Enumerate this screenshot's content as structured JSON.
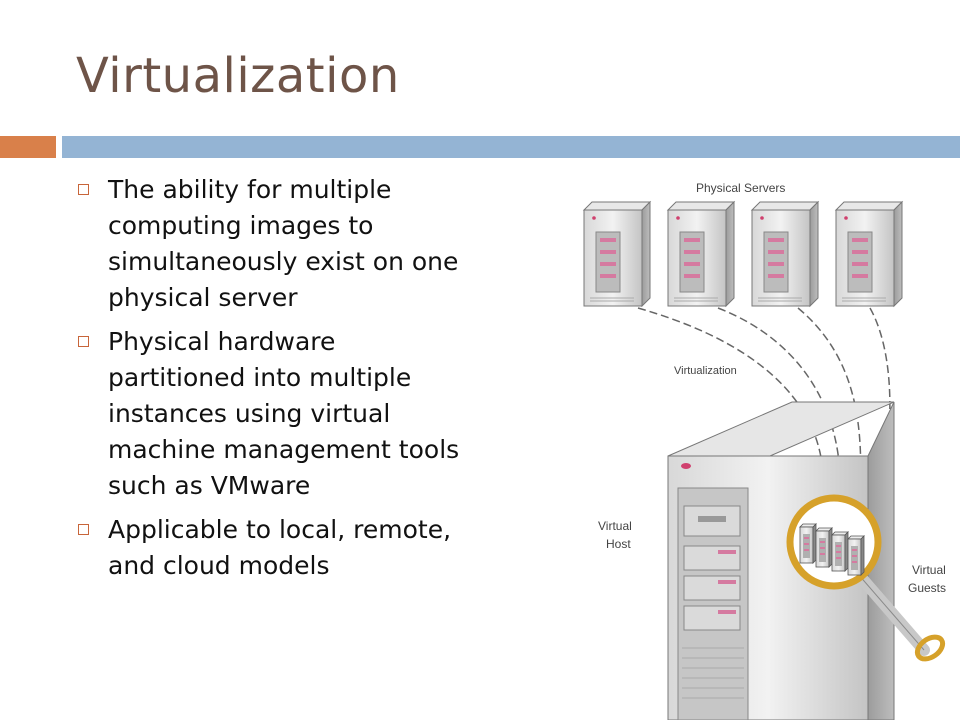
{
  "slide": {
    "title": "Virtualization",
    "accent_color": "#d9804a",
    "bar_color": "#94b4d4",
    "bullets": [
      "The ability for multiple computing images to simultaneously exist on one physical server",
      "Physical hardware partitioned into multiple instances using virtual machine management tools such as VMware",
      "Applicable to local, remote, and cloud models"
    ]
  },
  "diagram": {
    "label_physical_servers": "Physical Servers",
    "label_virtualization": "Virtualization",
    "label_virtual_host_line1": "Virtual",
    "label_virtual_host_line2": "Host",
    "label_virtual_guests_line1": "Virtual",
    "label_virtual_guests_line2": "Guests",
    "magnifier_color": "#d6a12a"
  }
}
